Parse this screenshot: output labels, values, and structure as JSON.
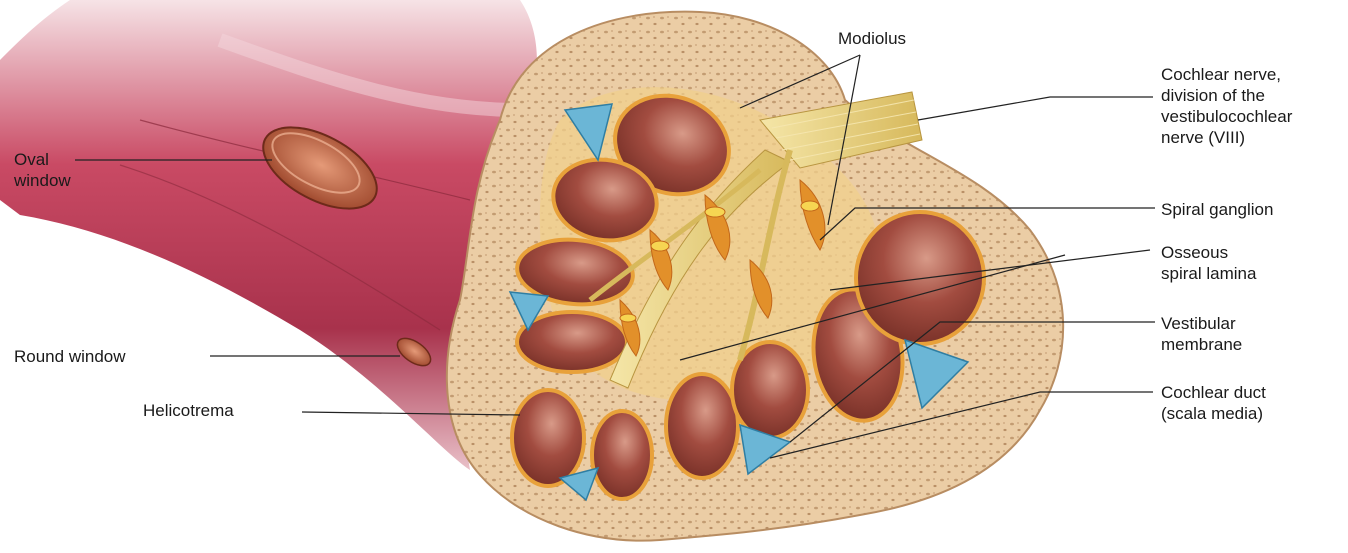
{
  "labels": {
    "modiolus": "Modiolus",
    "oval_window": [
      "Oval",
      "window"
    ],
    "round_window": "Round window",
    "helicotrema": "Helicotrema",
    "cochlear_nerve": [
      "Cochlear nerve,",
      "division of the",
      "vestibulocochlear",
      "nerve (VIII)"
    ],
    "spiral_ganglion": "Spiral ganglion",
    "osseous_spiral_lamina": [
      "Osseous",
      "spiral lamina"
    ],
    "vestibular_membrane": [
      "Vestibular",
      "membrane"
    ],
    "cochlear_duct": [
      "Cochlear duct",
      "(scala media)"
    ]
  },
  "colors": {
    "bone": "#e9c9a0",
    "bone_pores": "#c39c72",
    "chamber": "#8f3e34",
    "chamber_highlight": "#c98a7a",
    "endolymph_duct": "#6bb6d6",
    "nerve": "#e8cf7a",
    "ganglion": "#e2902a",
    "vestibule": "#c94a64",
    "leader_line": "#222222"
  }
}
